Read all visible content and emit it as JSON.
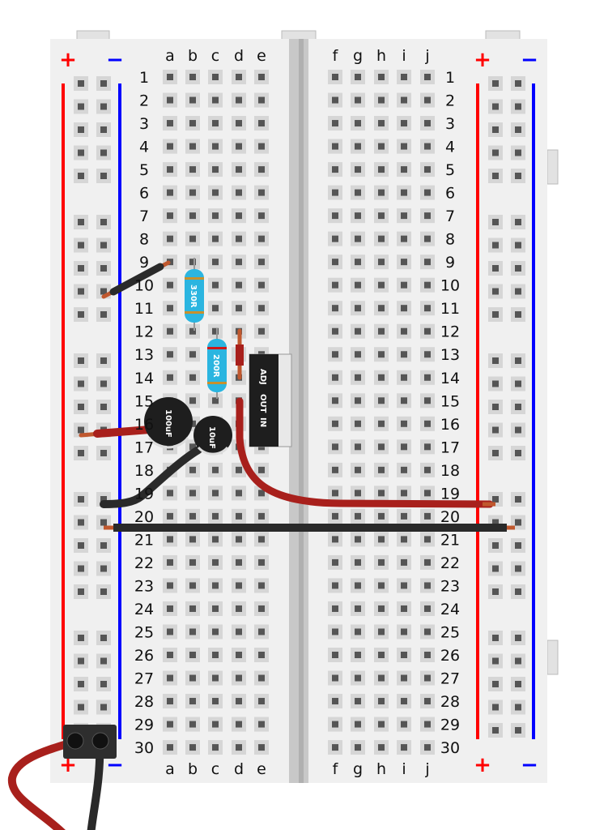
{
  "columns_left": [
    "a",
    "b",
    "c",
    "d",
    "e"
  ],
  "columns_right": [
    "f",
    "g",
    "h",
    "i",
    "j"
  ],
  "rows": [
    "1",
    "2",
    "3",
    "4",
    "5",
    "6",
    "7",
    "8",
    "9",
    "10",
    "11",
    "12",
    "13",
    "14",
    "15",
    "16",
    "17",
    "18",
    "19",
    "20",
    "21",
    "22",
    "23",
    "24",
    "25",
    "26",
    "27",
    "28",
    "29",
    "30"
  ],
  "rails": {
    "plus": "+",
    "minus": "−"
  },
  "components": {
    "resistor_1": "330R",
    "resistor_2": "200R",
    "capacitor_1": "100uF",
    "capacitor_2": "10uF",
    "regulator_pins": [
      "ADJ",
      "OUT",
      "IN"
    ]
  },
  "colors": {
    "board": "#f0f0f0",
    "channel": "#c8c8c8",
    "rail_plus": "#ff0000",
    "rail_minus": "#0000ff",
    "wire_red": "#a8201c",
    "wire_black": "#2a2a2a",
    "resistor_body": "#2bb5e0"
  }
}
